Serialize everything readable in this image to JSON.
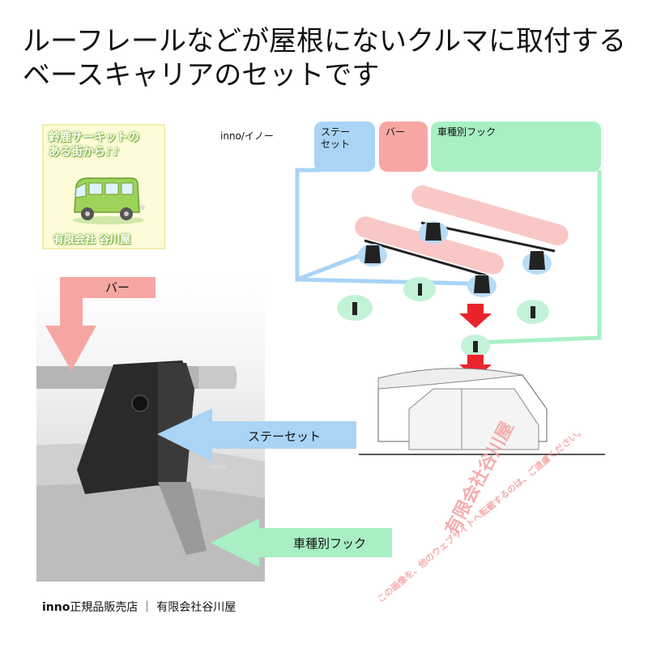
{
  "headline": {
    "line1": "ルーフレールなどが屋根にないクルマに取付する",
    "line2": "ベースキャリアのセットです"
  },
  "badge": {
    "line1": "鈴鹿サーキットの",
    "line2": "ある街から♪♪",
    "shop": "有限会社 谷川屋"
  },
  "diagram": {
    "brand_label": "inno/イノー",
    "cat_stay": "ステー\nセット",
    "cat_bar": "バー",
    "cat_hook": "車種別フック"
  },
  "photo_labels": {
    "bar": "バー",
    "stay": "ステーセット",
    "hook": "車種別フック",
    "product_mark": "inno"
  },
  "watermark": {
    "shop": "有限会社谷川屋",
    "note": "この画像を、他のウェブサイトへ転載するのは、ご遠慮ください。"
  },
  "footer": {
    "brand": "inno",
    "text": "正規品販売店 ｜ 有限会社谷川屋"
  },
  "colors": {
    "stay_blue": "#a9d4f5",
    "bar_red": "#f6a7a4",
    "hook_green": "#a8f0c4",
    "arrow_red": "#e8242a"
  }
}
